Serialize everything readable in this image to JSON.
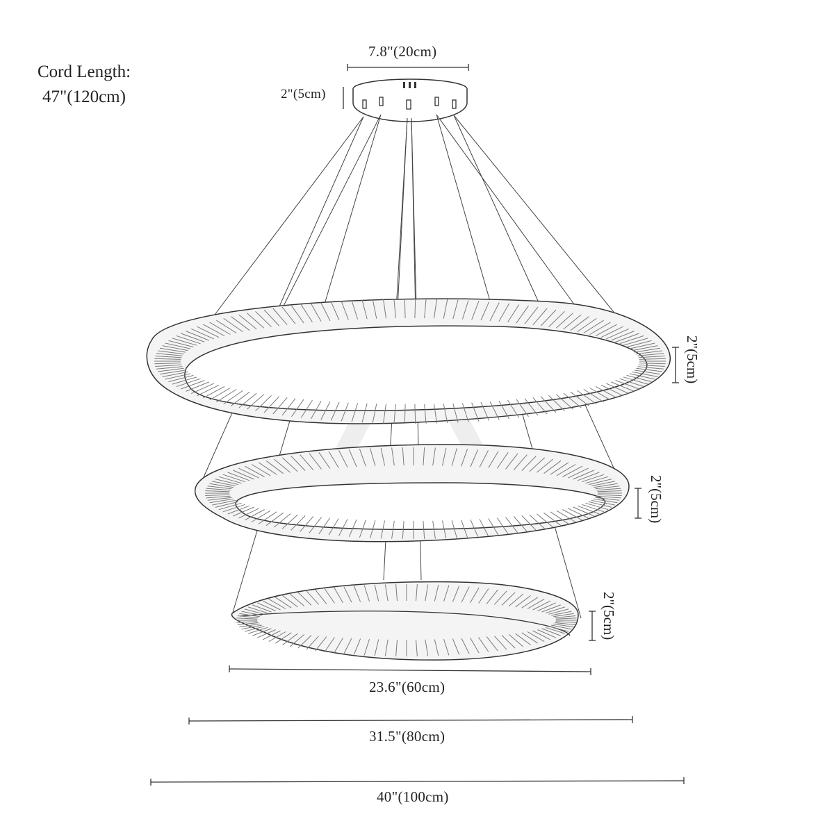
{
  "cord": {
    "label": "Cord Length:",
    "value": "47\"(120cm)"
  },
  "dimensions": {
    "canopy_width": "7.8\"(20cm)",
    "canopy_height": "2\"(5cm)",
    "ring_top_height": "2\"(5cm)",
    "ring_middle_height": "2\"(5cm)",
    "ring_bottom_height": "2\"(5cm)",
    "ring_bottom_width": "23.6\"(60cm)",
    "ring_middle_width": "31.5\"(80cm)",
    "ring_top_width": "40\"(100cm)"
  },
  "colors": {
    "line": "#333333",
    "crystal": "#6b6b6b",
    "background": "#ffffff"
  }
}
